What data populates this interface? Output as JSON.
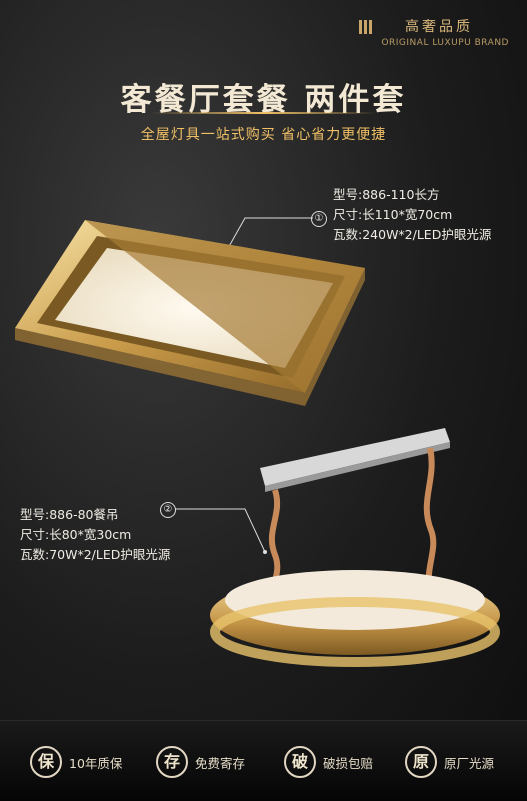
{
  "brand": {
    "cn": "高奢品质",
    "en": "ORIGINAL LUXUPU BRAND"
  },
  "title": "客餐厅套餐 两件套",
  "subtitle": "全屋灯具一站式购买 省心省力更便捷",
  "products": [
    {
      "number": "①",
      "model": "型号:886-110长方",
      "size": "尺寸:长110*宽70cm",
      "power": "瓦数:240W*2/LED护眼光源"
    },
    {
      "number": "②",
      "model": "型号:886-80餐吊",
      "size": "尺寸:长80*宽30cm",
      "power": "瓦数:70W*2/LED护眼光源"
    }
  ],
  "features": [
    {
      "icon": "保",
      "label": "10年质保"
    },
    {
      "icon": "存",
      "label": "免费寄存"
    },
    {
      "icon": "破",
      "label": "破损包赔"
    },
    {
      "icon": "原",
      "label": "原厂光源"
    }
  ],
  "colors": {
    "accent": "#f0c066",
    "gold": "#d9b77c",
    "background": "#1c1c1c"
  }
}
